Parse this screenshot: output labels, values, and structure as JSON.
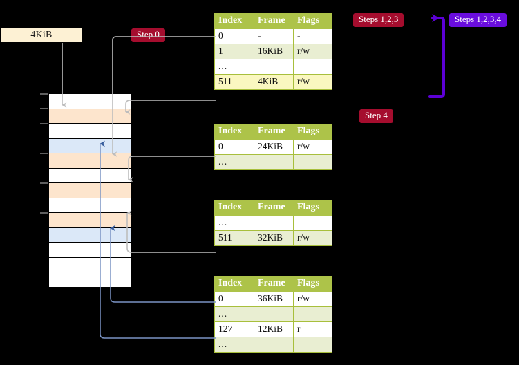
{
  "legend": {
    "page_size_box": "4KiB"
  },
  "badges": {
    "step0": "Step 0",
    "step4": "Step 4",
    "steps123": "Steps 1,2,3",
    "steps1234": "Steps 1,2,3,4",
    "crimson_color": "#a50d2e",
    "purple_color": "#6a0dde"
  },
  "memory": {
    "label": "physical-memory-column",
    "rows": [
      {
        "fill": "white"
      },
      {
        "fill": "peach"
      },
      {
        "fill": "white"
      },
      {
        "fill": "blue"
      },
      {
        "fill": "peach"
      },
      {
        "fill": "white"
      },
      {
        "fill": "peach"
      },
      {
        "fill": "white"
      },
      {
        "fill": "peach"
      },
      {
        "fill": "blue"
      },
      {
        "fill": "white"
      },
      {
        "fill": "white"
      },
      {
        "fill": "white"
      }
    ]
  },
  "tables": [
    {
      "id": "level-4-table",
      "headers": [
        "Index",
        "Frame",
        "Flags"
      ],
      "rows": [
        {
          "cells": [
            "0",
            "-",
            "-"
          ],
          "shade": "odd",
          "highlight": false
        },
        {
          "cells": [
            "1",
            "16KiB",
            "r/w"
          ],
          "shade": "even",
          "highlight": false
        },
        {
          "cells": [
            "...",
            "",
            ""
          ],
          "shade": "odd",
          "highlight": false
        },
        {
          "cells": [
            "511",
            "4KiB",
            "r/w"
          ],
          "shade": "even",
          "highlight": true
        }
      ]
    },
    {
      "id": "level-3-table",
      "headers": [
        "Index",
        "Frame",
        "Flags"
      ],
      "rows": [
        {
          "cells": [
            "0",
            "24KiB",
            "r/w"
          ],
          "shade": "odd",
          "highlight": false
        },
        {
          "cells": [
            "...",
            "",
            ""
          ],
          "shade": "even",
          "highlight": false
        }
      ]
    },
    {
      "id": "level-2-table",
      "headers": [
        "Index",
        "Frame",
        "Flags"
      ],
      "rows": [
        {
          "cells": [
            "...",
            "",
            ""
          ],
          "shade": "odd",
          "highlight": false
        },
        {
          "cells": [
            "511",
            "32KiB",
            "r/w"
          ],
          "shade": "even",
          "highlight": false
        }
      ]
    },
    {
      "id": "level-1-table",
      "headers": [
        "Index",
        "Frame",
        "Flags"
      ],
      "rows": [
        {
          "cells": [
            "0",
            "36KiB",
            "r/w"
          ],
          "shade": "odd",
          "highlight": false
        },
        {
          "cells": [
            "...",
            "",
            ""
          ],
          "shade": "even",
          "highlight": false
        },
        {
          "cells": [
            "127",
            "12KiB",
            "r"
          ],
          "shade": "odd",
          "highlight": false
        },
        {
          "cells": [
            "...",
            "",
            ""
          ],
          "shade": "even",
          "highlight": false
        }
      ]
    }
  ],
  "connectors": {
    "gray_color": "#b8b8b8",
    "blue_color": "#7a93c4",
    "dark_blue_arrow": "#3a5f9e"
  }
}
